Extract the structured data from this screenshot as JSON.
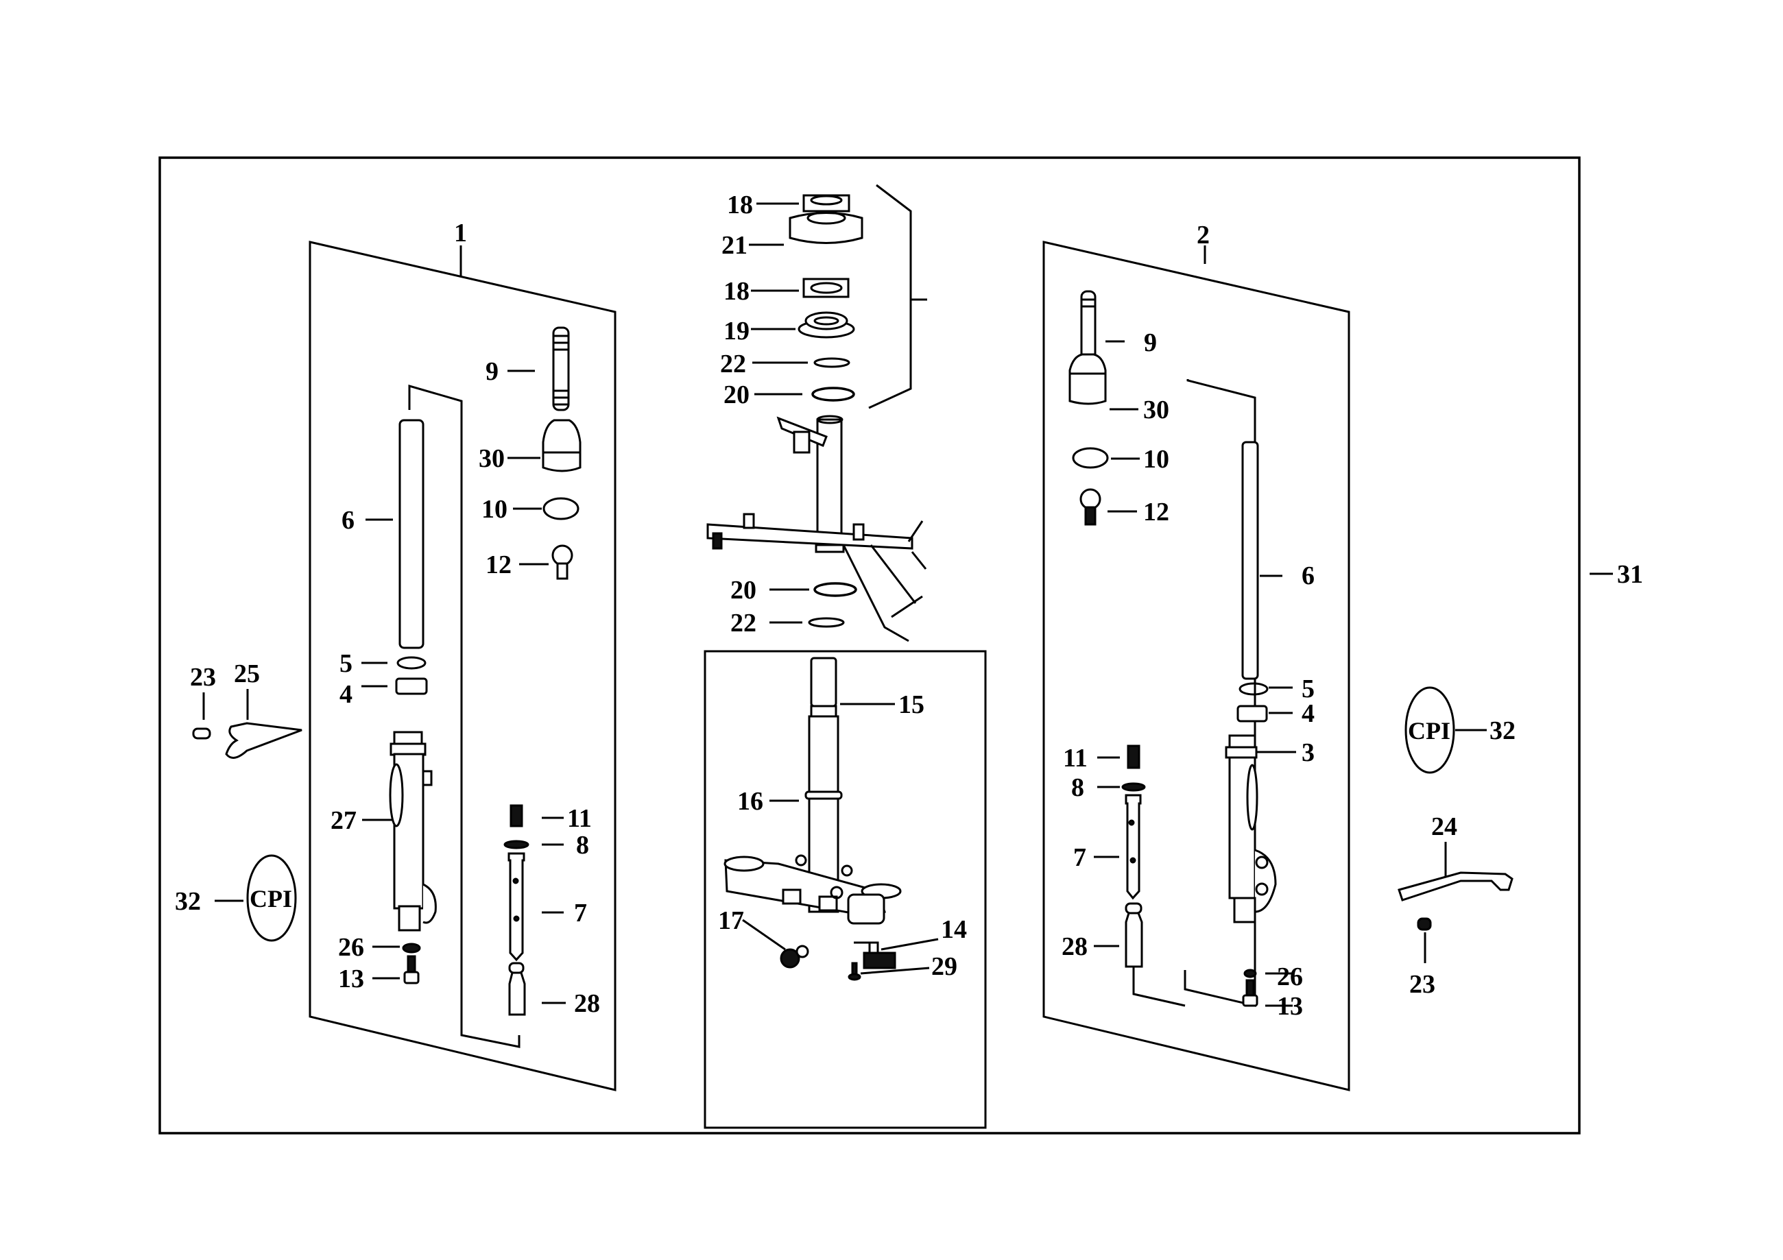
{
  "diagram": {
    "title": "Front fork / steering stem exploded parts diagram",
    "assembly_label": "31",
    "groups": {
      "left_fork": {
        "label": "1"
      },
      "right_fork": {
        "label": "2"
      }
    },
    "callouts": {
      "left_fork": {
        "p9": "9",
        "p30": "30",
        "p10": "10",
        "p12": "12",
        "p6": "6",
        "p5": "5",
        "p4": "4",
        "p27": "27",
        "p26": "26",
        "p13": "13",
        "p11": "11",
        "p8": "8",
        "p7": "7",
        "p28": "28"
      },
      "left_outside": {
        "p23": "23",
        "p25": "25",
        "p32": "32",
        "cpi": "CPI"
      },
      "steering_top": {
        "p18a": "18",
        "p21": "21",
        "p18b": "18",
        "p19": "19",
        "p22a": "22",
        "p20a": "20",
        "p20b": "20",
        "p22b": "22"
      },
      "steering_stem_box": {
        "p15": "15",
        "p16": "16",
        "p17": "17",
        "p14": "14",
        "p29": "29"
      },
      "right_fork": {
        "p9": "9",
        "p30": "30",
        "p10": "10",
        "p12": "12",
        "p6": "6",
        "p5": "5",
        "p4": "4",
        "p3": "3",
        "p11": "11",
        "p8": "8",
        "p7": "7",
        "p28": "28",
        "p26": "26",
        "p13": "13"
      },
      "right_outside": {
        "p32": "32",
        "cpi": "CPI",
        "p24": "24",
        "p23": "23"
      }
    }
  }
}
